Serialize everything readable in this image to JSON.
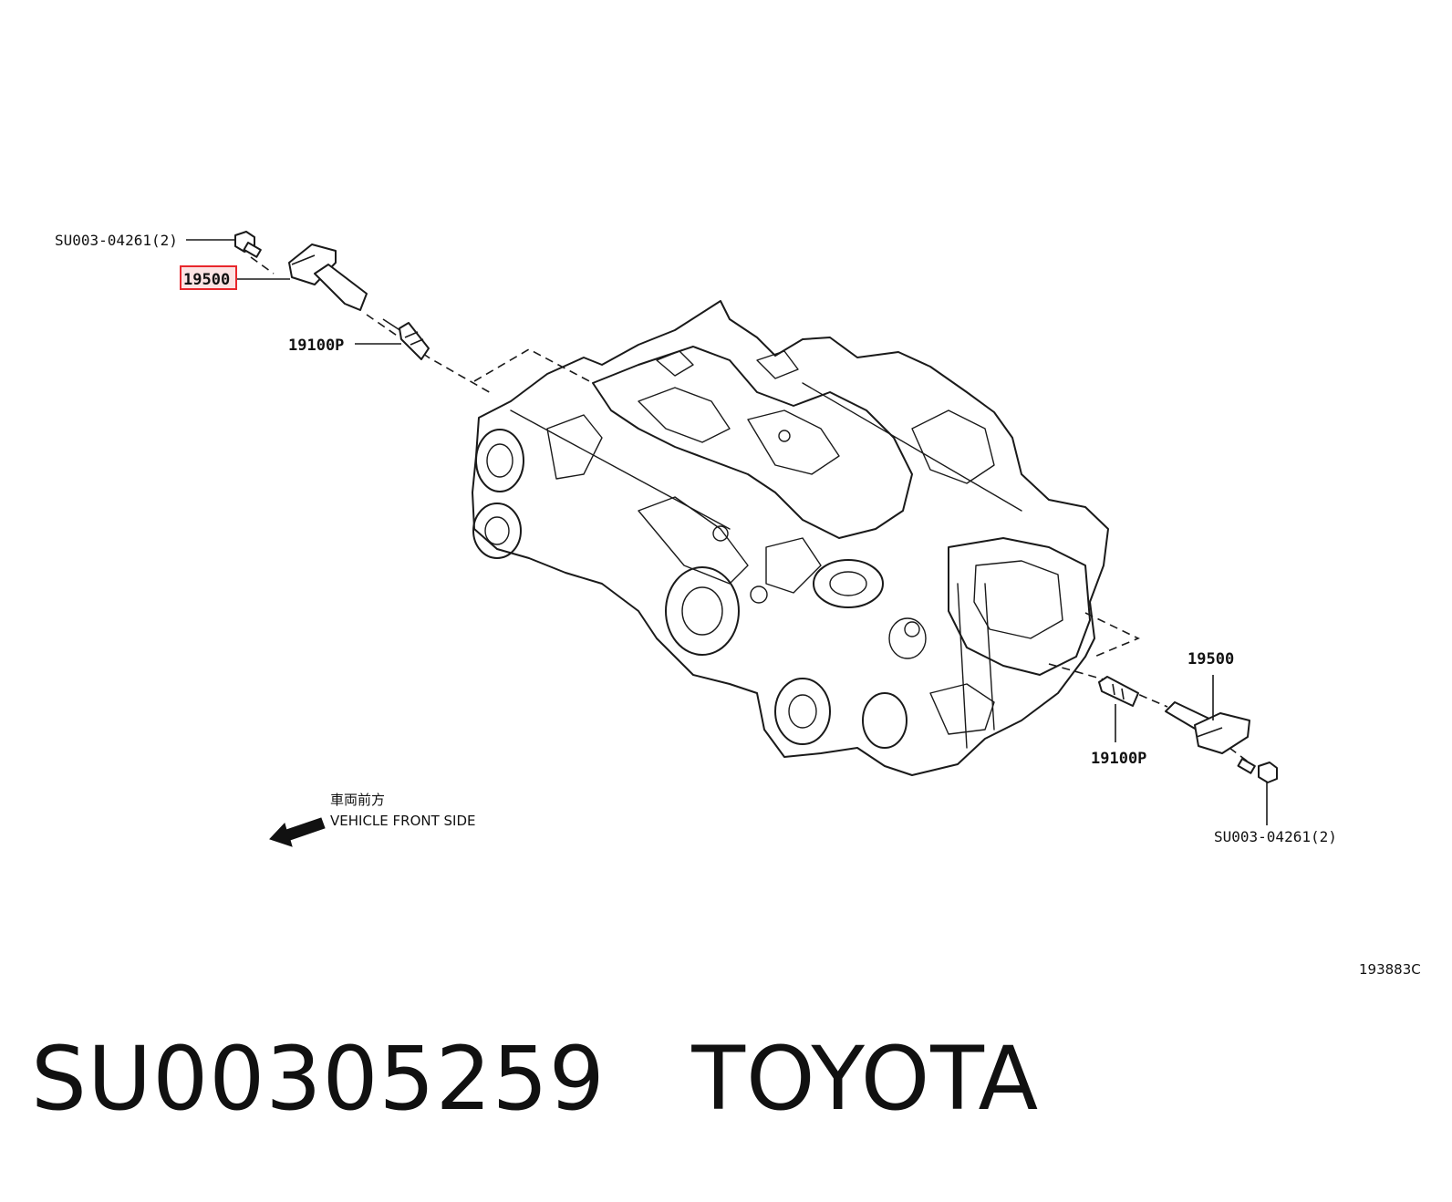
{
  "diagram": {
    "callouts": {
      "bolt_top": "SU003-04261(2)",
      "coil_top": "19500",
      "plug_top": "19100P",
      "coil_right": "19500",
      "plug_right": "19100P",
      "bolt_right": "SU003-04261(2)"
    },
    "direction": {
      "label_jp": "車両前方",
      "label_en": "VEHICLE FRONT SIDE"
    },
    "figure_code": "193883C",
    "highlight_color": "#e8262b"
  },
  "footer": {
    "part_number": "SU00305259",
    "brand": "TOYOTA"
  }
}
